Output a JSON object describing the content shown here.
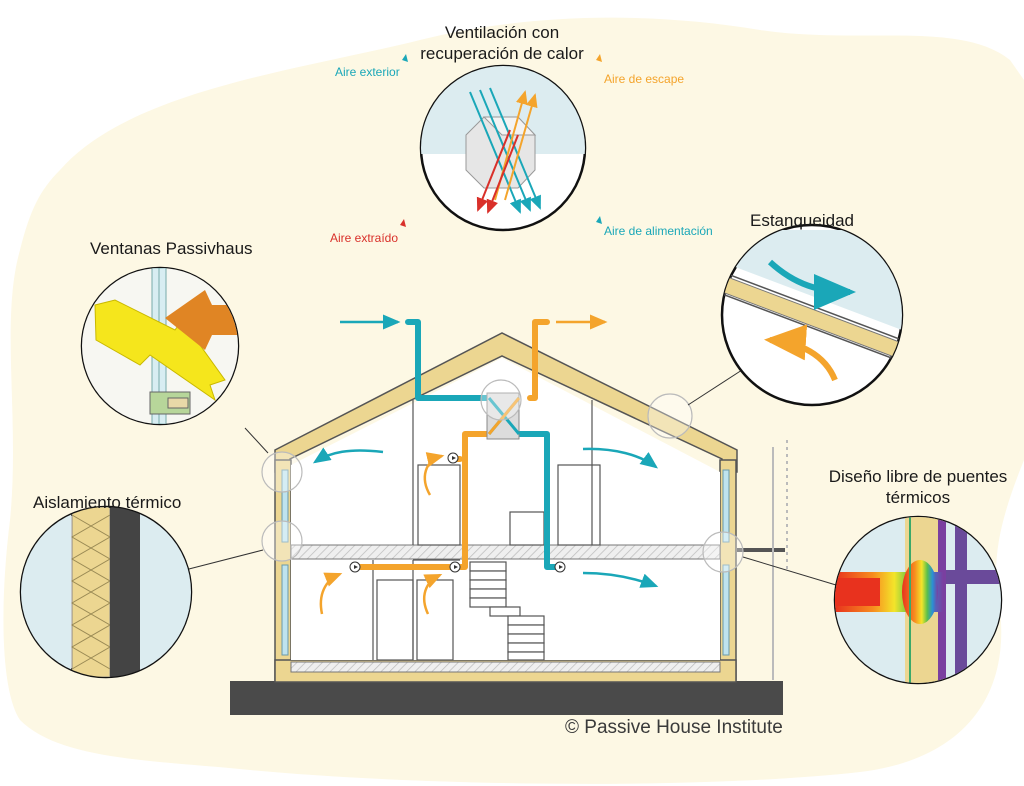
{
  "labels": {
    "ventilation": "Ventilación con recuperación de calor",
    "ventilation_line1": "Ventilación con",
    "ventilation_line2": "recuperación de calor",
    "aire_exterior": "Aire exterior",
    "aire_escape": "Aire de escape",
    "aire_extraido": "Aire extraído",
    "aire_alimentacion": "Aire de alimentación",
    "ventanas": "Ventanas Passivhaus",
    "estanqueidad": "Estanqueidad",
    "aislamiento": "Aislamiento térmico",
    "puentes_line1": "Diseño libre de puentes",
    "puentes_line2": "térmicos",
    "copyright": "© Passive House Institute"
  },
  "colors": {
    "blob": "#fdf8e4",
    "insulation": "#ecd691",
    "supply_air": "#1aa7b8",
    "exhaust_air": "#f4a42c",
    "extract_air": "#d9302a",
    "ground": "#4a4a4a",
    "wall": "#ffffff"
  },
  "icons": [
    "fan-icon",
    "heat-exchanger-icon",
    "arrow-icon"
  ]
}
